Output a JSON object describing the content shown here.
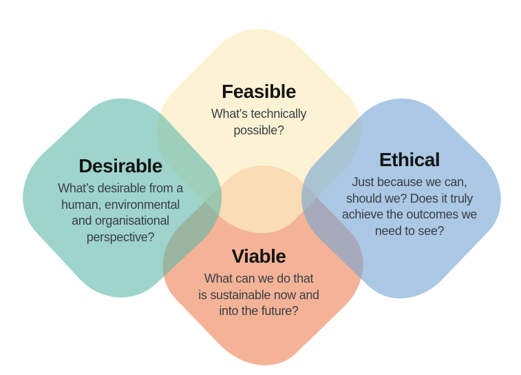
{
  "diagram": {
    "background": "#ffffff",
    "text": {
      "title_color": "#141414",
      "body_color": "#3a3f45"
    },
    "petals": [
      {
        "id": "viable",
        "title": "Viable",
        "description": "What can we do that\nis sustainable now and\ninto the future?",
        "base_color": "#ed8052",
        "display_color": "#f4b397",
        "opacity": 0.6
      },
      {
        "id": "feasible",
        "title": "Feasible",
        "description": "What’s technically\npossible?",
        "base_color": "#fceec2",
        "display_color": "#fdf3d4",
        "opacity": 0.7
      },
      {
        "id": "ethical",
        "title": "Ethical",
        "description": "Just because we can,\nshould we? Does it truly\nachieve the outcomes we\nneed to see?",
        "base_color": "#73a3d2",
        "display_color": "#abc8e4",
        "opacity": 0.6
      },
      {
        "id": "desirable",
        "title": "Desirable",
        "description": "What’s desirable from a\nhuman, environmental\nand organisational\nperspective?",
        "base_color": "#5db7a8",
        "display_color": "#9ed3cb",
        "opacity": 0.6
      }
    ],
    "overlap_colors": {
      "feasible_viable_center": "#f9e2b8",
      "desirable_feasible": "#9dcfba",
      "desirable_viable": "#9cb6a2",
      "ethical_feasible": "#aac3d3",
      "ethical_viable": "#a7aaba"
    }
  }
}
